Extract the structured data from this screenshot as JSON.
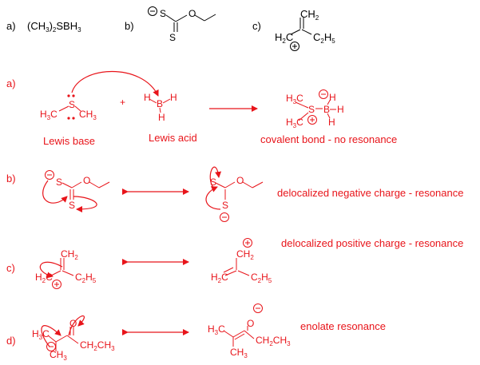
{
  "header": {
    "a_label": "a)",
    "a_formula_pre": "(CH",
    "a_formula_sub1": "3",
    "a_formula_mid": ")",
    "a_formula_sub2": "2",
    "a_formula_post": "SBH",
    "a_formula_sub3": "3",
    "b_label": "b)",
    "c_label": "c)"
  },
  "atoms": {
    "S": "S",
    "O": "O",
    "B": "B",
    "H": "H",
    "CH": "CH",
    "H2C": "H",
    "C": "C",
    "CH2": "CH",
    "C2H5": "C",
    "CH2CH3": "CH",
    "two": "2",
    "three": "3",
    "five": "5"
  },
  "rows": {
    "a": {
      "label": "a)",
      "plus": "+",
      "base_caption": "Lewis base",
      "acid_caption": "Lewis acid",
      "result_caption": "covalent bond - no resonance"
    },
    "b": {
      "label": "b)",
      "caption": "delocalized negative charge - resonance"
    },
    "c": {
      "label": "c)",
      "caption": "delocalized positive charge - resonance"
    },
    "d": {
      "label": "d)",
      "caption": "enolate resonance"
    }
  },
  "colors": {
    "red": "#e8141a",
    "black": "#000000"
  }
}
